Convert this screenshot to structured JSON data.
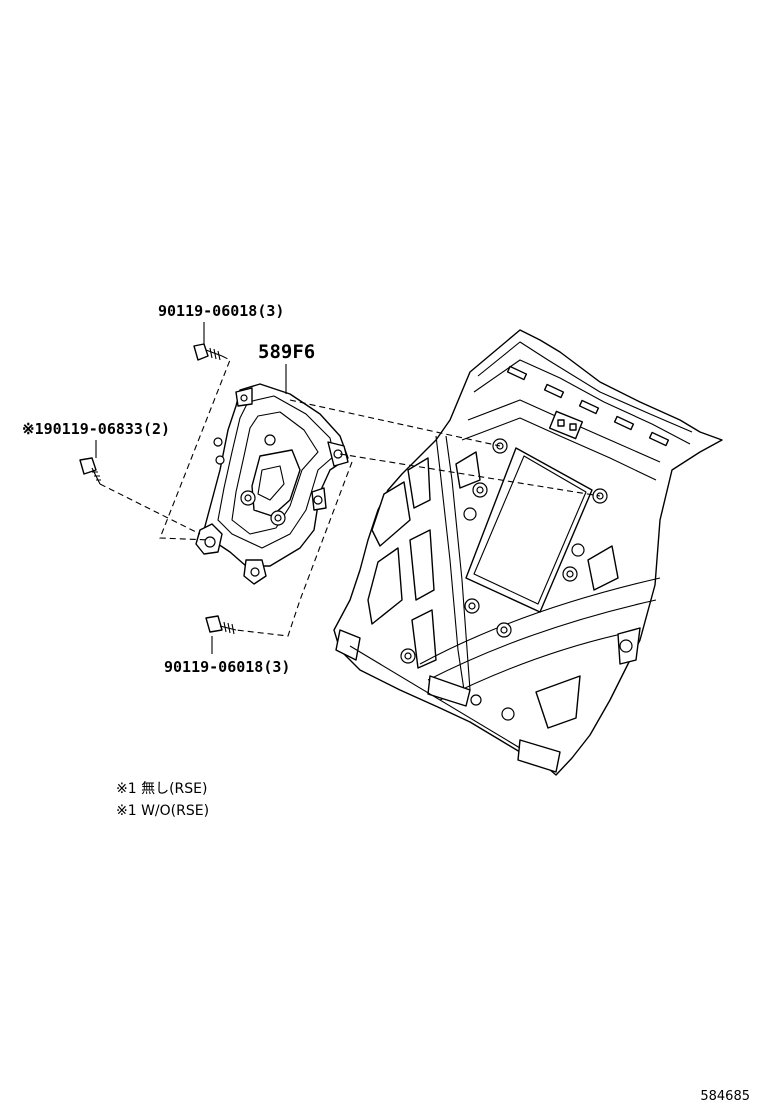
{
  "labels": {
    "bolt_top": "90119-06018(3)",
    "part_main": "589F6",
    "bolt_left": "※190119-06833(2)",
    "bolt_bottom": "90119-06018(3)"
  },
  "notes": [
    "※1 無し(RSE)",
    "※1 W/O(RSE)"
  ],
  "figure_number": "584685"
}
